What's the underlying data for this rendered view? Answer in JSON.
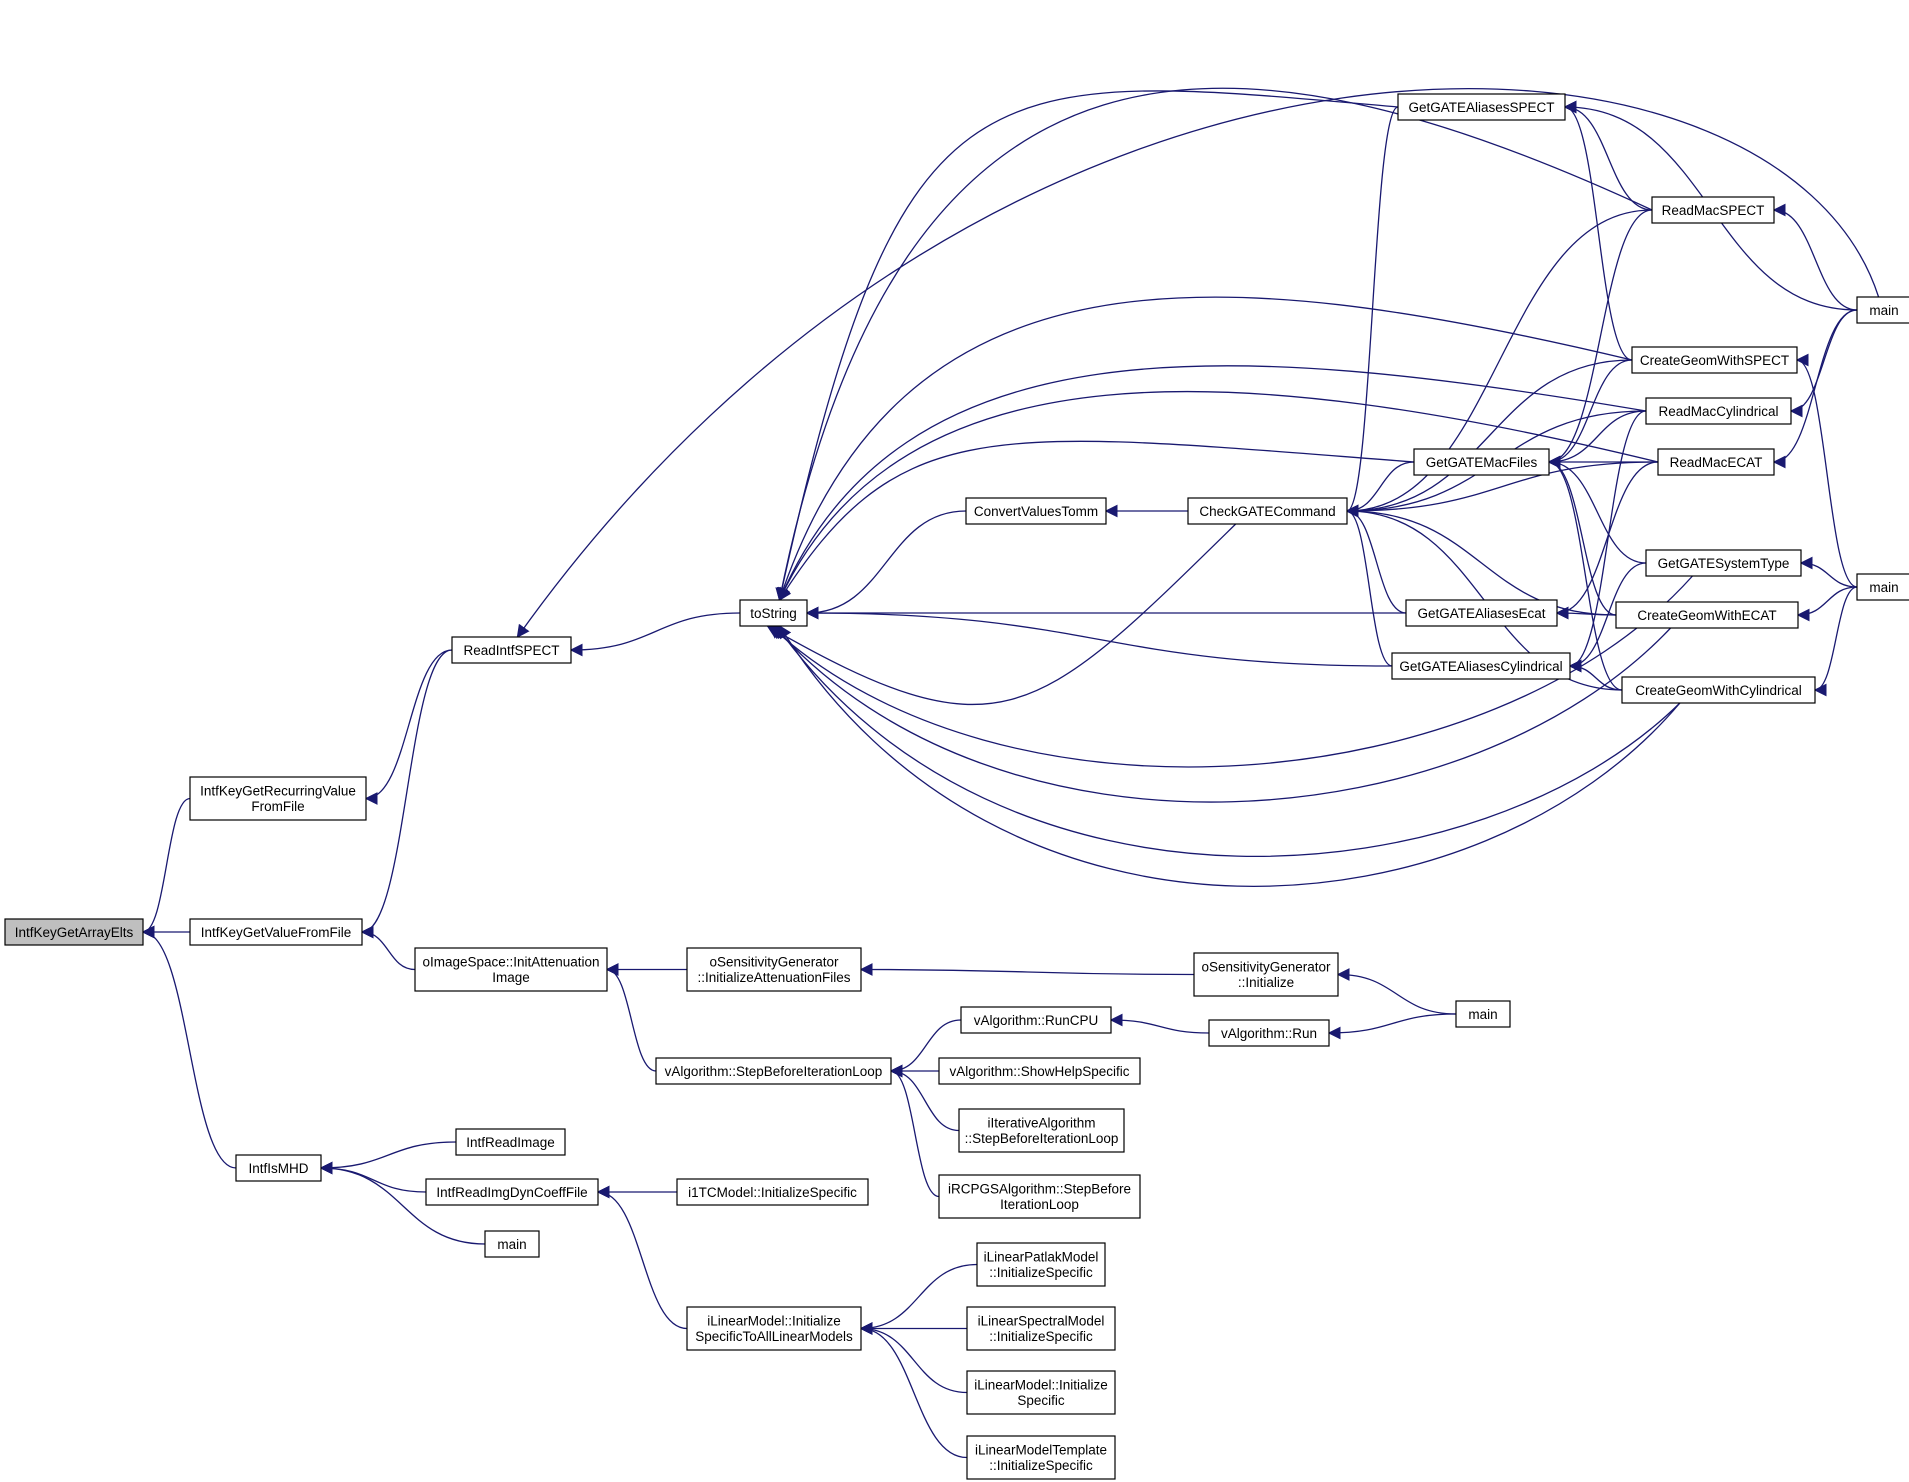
{
  "nodes": [
    {
      "id": "root",
      "lines": [
        "IntfKeyGetArrayElts"
      ],
      "root": true
    },
    {
      "id": "recurring",
      "lines": [
        "IntfKeyGetRecurringValue",
        "FromFile"
      ]
    },
    {
      "id": "valuefromfile",
      "lines": [
        "IntfKeyGetValueFromFile"
      ]
    },
    {
      "id": "ismhd",
      "lines": [
        "IntfIsMHD"
      ]
    },
    {
      "id": "readintfspect",
      "lines": [
        "ReadIntfSPECT"
      ]
    },
    {
      "id": "initatt",
      "lines": [
        "oImageSpace::InitAttenuation",
        "Image"
      ]
    },
    {
      "id": "readimage",
      "lines": [
        "IntfReadImage"
      ]
    },
    {
      "id": "readdyn",
      "lines": [
        "IntfReadImgDynCoeffFile"
      ]
    },
    {
      "id": "main_l",
      "lines": [
        "main"
      ]
    },
    {
      "id": "tostring",
      "lines": [
        "toString"
      ]
    },
    {
      "id": "sensatt",
      "lines": [
        "oSensitivityGenerator",
        "::InitializeAttenuationFiles"
      ]
    },
    {
      "id": "stepbefore",
      "lines": [
        "vAlgorithm::StepBeforeIterationLoop"
      ]
    },
    {
      "id": "i1tc",
      "lines": [
        "i1TCModel::InitializeSpecific"
      ]
    },
    {
      "id": "linearall",
      "lines": [
        "iLinearModel::Initialize",
        "SpecificToAllLinearModels"
      ]
    },
    {
      "id": "convert",
      "lines": [
        "ConvertValuesTomm"
      ]
    },
    {
      "id": "runcpu",
      "lines": [
        "vAlgorithm::RunCPU"
      ]
    },
    {
      "id": "showhelp",
      "lines": [
        "vAlgorithm::ShowHelpSpecific"
      ]
    },
    {
      "id": "iterstep",
      "lines": [
        "iIterativeAlgorithm",
        "::StepBeforeIterationLoop"
      ]
    },
    {
      "id": "rcpgs",
      "lines": [
        "iRCPGSAlgorithm::StepBefore",
        "IterationLoop"
      ]
    },
    {
      "id": "patlak",
      "lines": [
        "iLinearPatlakModel",
        "::InitializeSpecific"
      ]
    },
    {
      "id": "spectral",
      "lines": [
        "iLinearSpectralModel",
        "::InitializeSpecific"
      ]
    },
    {
      "id": "linearinit",
      "lines": [
        "iLinearModel::Initialize",
        "Specific"
      ]
    },
    {
      "id": "template",
      "lines": [
        "iLinearModelTemplate",
        "::InitializeSpecific"
      ]
    },
    {
      "id": "checkgate",
      "lines": [
        "CheckGATECommand"
      ]
    },
    {
      "id": "sensinit",
      "lines": [
        "oSensitivityGenerator",
        "::Initialize"
      ]
    },
    {
      "id": "run",
      "lines": [
        "vAlgorithm::Run"
      ]
    },
    {
      "id": "aliasspect",
      "lines": [
        "GetGATEAliasesSPECT"
      ]
    },
    {
      "id": "macfiles",
      "lines": [
        "GetGATEMacFiles"
      ]
    },
    {
      "id": "aliasecat",
      "lines": [
        "GetGATEAliasesEcat"
      ]
    },
    {
      "id": "aliascyl",
      "lines": [
        "GetGATEAliasesCylindrical"
      ]
    },
    {
      "id": "main_m",
      "lines": [
        "main"
      ]
    },
    {
      "id": "readmacspect",
      "lines": [
        "ReadMacSPECT"
      ]
    },
    {
      "id": "geomspect",
      "lines": [
        "CreateGeomWithSPECT"
      ]
    },
    {
      "id": "readmaccyl",
      "lines": [
        "ReadMacCylindrical"
      ]
    },
    {
      "id": "readmacecat",
      "lines": [
        "ReadMacECAT"
      ]
    },
    {
      "id": "systemtype",
      "lines": [
        "GetGATESystemType"
      ]
    },
    {
      "id": "geomecat",
      "lines": [
        "CreateGeomWithECAT"
      ]
    },
    {
      "id": "geomcyl",
      "lines": [
        "CreateGeomWithCylindrical"
      ]
    },
    {
      "id": "main_r1",
      "lines": [
        "main"
      ]
    },
    {
      "id": "main_r2",
      "lines": [
        "main"
      ]
    }
  ]
}
